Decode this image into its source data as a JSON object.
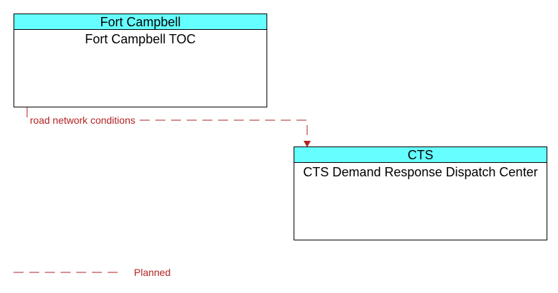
{
  "colors": {
    "header_fill": "#66ffff",
    "planned_flow": "#b22222"
  },
  "elements": {
    "fort_campbell": {
      "group": "Fort Campbell",
      "name": "Fort Campbell TOC"
    },
    "cts": {
      "group": "CTS",
      "name": "CTS Demand Response Dispatch Center"
    }
  },
  "flows": [
    {
      "label": "road network conditions",
      "from": "Fort Campbell TOC",
      "to": "CTS Demand Response Dispatch Center",
      "status": "Planned"
    }
  ],
  "legend": {
    "planned_label": "Planned"
  }
}
